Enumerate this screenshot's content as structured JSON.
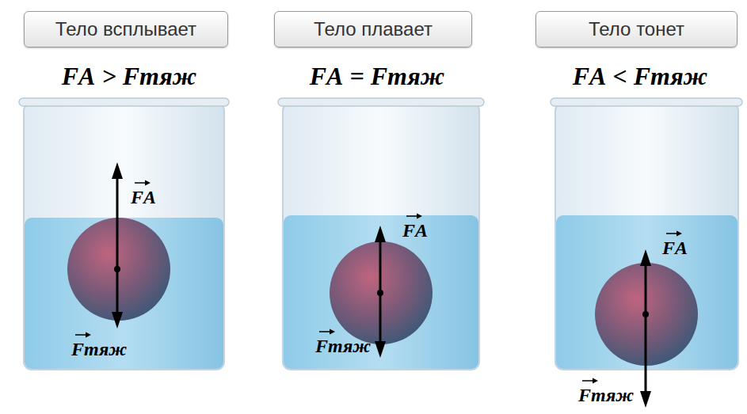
{
  "diagram": {
    "nodes": [
      {
        "text": [
          "Тело всплывает"
        ]
      },
      {
        "text": [
          "Тело плавает"
        ]
      },
      {
        "text": [
          "Тело тонет"
        ]
      }
    ],
    "labels": [
      "FА > Fтяж",
      "FА",
      "Fтяж",
      "FА = Fтяж",
      "FА",
      "Fтяж",
      "FА < Fтяж",
      "FА",
      "Fтяж"
    ]
  }
}
